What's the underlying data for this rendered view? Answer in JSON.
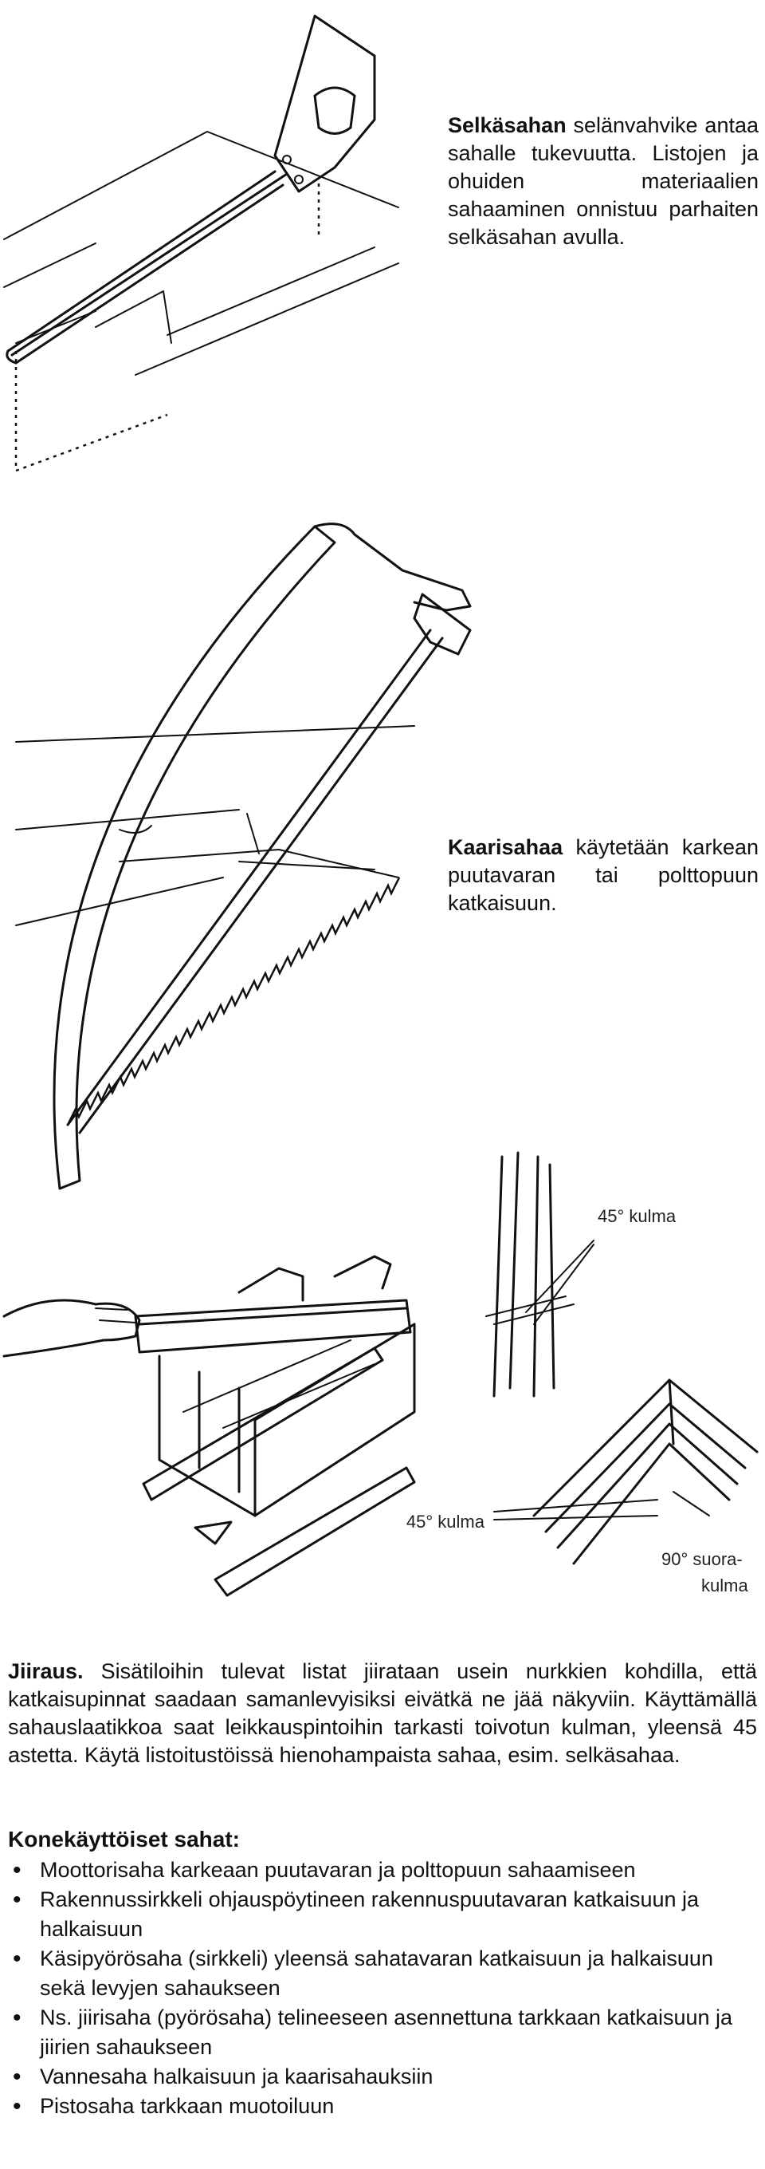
{
  "sections": {
    "backsaw": {
      "term": "Selkäsahan",
      "text": " selänvahvike antaa sahalle tukevuutta. Listojen ja ohuiden materiaalien sahaaminen onnistuu parhaiten selkäsahan avulla."
    },
    "bowsaw": {
      "term": "Kaarisahaa",
      "text": " käytetään karkean puutavaran tai polttopuun katkaisuun."
    },
    "mitre": {
      "label_45_top": "45° kulma",
      "label_45_left": "45° kulma",
      "label_90_line1": "90° suora-",
      "label_90_line2": "kulma",
      "term": "Jiiraus.",
      "text": " Sisätiloihin tulevat listat jiirataan usein nurkkien kohdilla, että katkaisupinnat saadaan samanlevyisiksi eivätkä ne jää näkyviin. Käyttämällä sahauslaatikkoa saat leikkauspintoihin tarkasti toivotun kulman, yleensä 45 astetta. Käytä listoitustöissä hienohampaista sahaa, esim. selkäsahaa."
    },
    "power_saws": {
      "title": "Konekäyttöiset sahat:",
      "items": [
        "Moottorisaha karkeaan puutavaran ja polttopuun sahaamiseen",
        "Rakennussirkkeli ohjauspöytineen rakennuspuutavaran katkaisuun ja halkaisuun",
        "Käsipyörösaha (sirkkeli) yleensä sahatavaran katkaisuun ja halkaisuun sekä levyjen sahaukseen",
        "Ns. jiirisaha (pyörösaha) telineeseen asennettuna tarkkaan katkaisuun ja jiirien sahaukseen",
        "Vannesaha halkaisuun ja kaarisahauksiin",
        "Pistosaha tarkkaan muotoiluun"
      ]
    }
  },
  "colors": {
    "ink": "#111111",
    "paper": "#ffffff"
  }
}
